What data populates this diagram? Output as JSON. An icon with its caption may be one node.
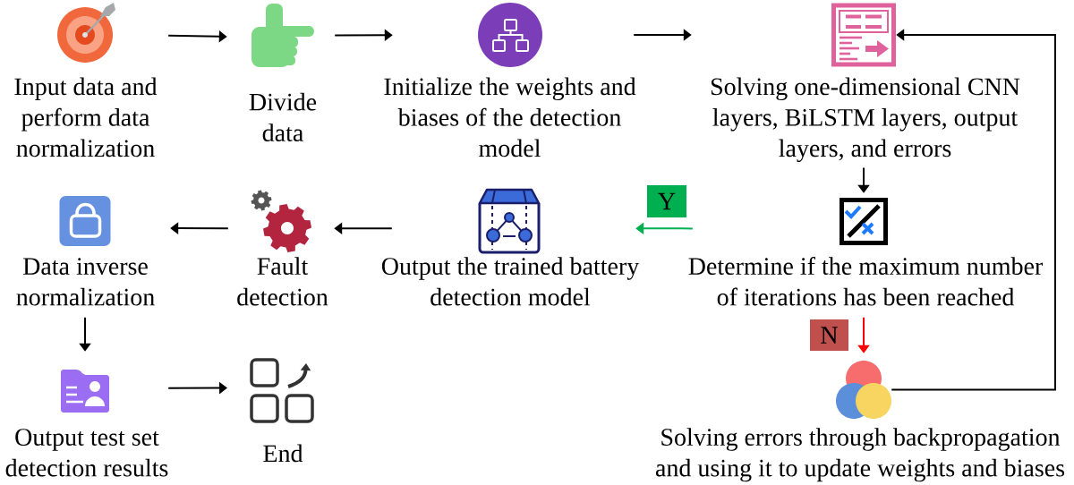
{
  "diagram": {
    "nodes": [
      {
        "text": [
          "Input data and perform data normalization"
        ]
      },
      {
        "text": [
          "Divide data"
        ]
      },
      {
        "text": [
          "Initialize the weights and biases of the detection model"
        ]
      },
      {
        "text": [
          "Solving one-dimensional CNN layers, BiLSTM layers, output layers, and errors"
        ]
      },
      {
        "text": [
          "Data inverse normalization"
        ]
      },
      {
        "text": [
          "Fault detection"
        ]
      },
      {
        "text": [
          "Output the trained battery detection model"
        ]
      },
      {
        "text": [
          "Determine if the maximum number of iterations has been reached"
        ]
      },
      {
        "text": [
          "Output test set detection results"
        ]
      },
      {
        "text": [
          "End"
        ]
      },
      {
        "text": [
          "Solving errors through backpropagation and using it to update weights and biases"
        ]
      }
    ],
    "edges": [
      {
        "from": 0,
        "to": 1,
        "arrow": "to"
      },
      {
        "from": 1,
        "to": 2,
        "arrow": "to"
      },
      {
        "from": 2,
        "to": 3,
        "arrow": "to"
      },
      {
        "from": 3,
        "to": 7,
        "arrow": "to"
      },
      {
        "from": 7,
        "to": 6,
        "arrow": "to",
        "label": "Y",
        "color": "#00b050"
      },
      {
        "from": 7,
        "to": 10,
        "arrow": "to",
        "label": "N",
        "color": "#ff0000"
      },
      {
        "from": 10,
        "to": 3,
        "arrow": "to"
      },
      {
        "from": 6,
        "to": 5,
        "arrow": "to"
      },
      {
        "from": 5,
        "to": 4,
        "arrow": "to"
      },
      {
        "from": 4,
        "to": 8,
        "arrow": "to"
      },
      {
        "from": 8,
        "to": 9,
        "arrow": "to"
      }
    ]
  }
}
